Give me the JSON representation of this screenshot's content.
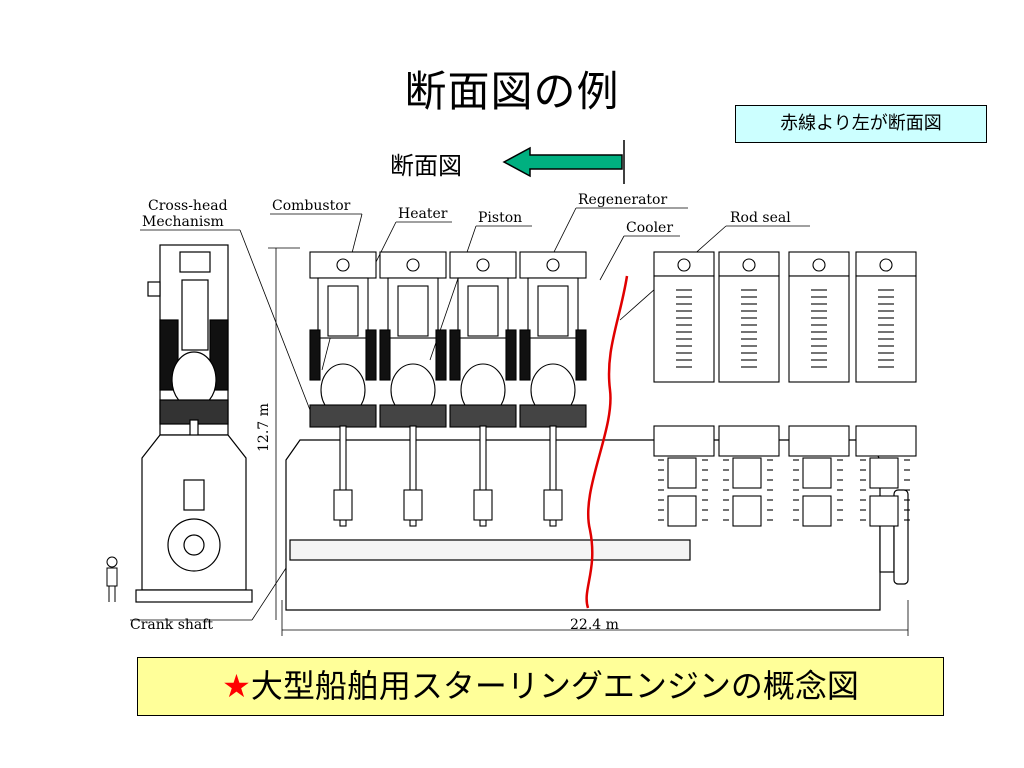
{
  "slide": {
    "title": "断面図の例",
    "note_box": "赤線より左が断面図",
    "section_label": "断面図",
    "caption_star": "★",
    "caption_text": "大型船舶用スターリングエンジンの概念図"
  },
  "diagram": {
    "labels": {
      "cross_head": "Cross-head",
      "mechanism": "Mechanism",
      "combustor": "Combustor",
      "heater": "Heater",
      "piston": "Piston",
      "regenerator": "Regenerator",
      "cooler": "Cooler",
      "rod_seal": "Rod seal",
      "crank_shaft": "Crank shaft",
      "height": "12.7 m",
      "length": "22.4 m"
    }
  },
  "colors": {
    "note_bg": "#ccffff",
    "caption_bg": "#ffff99",
    "arrow_fill": "#00b080",
    "section_line": "#e00000",
    "star": "#ff0000"
  }
}
